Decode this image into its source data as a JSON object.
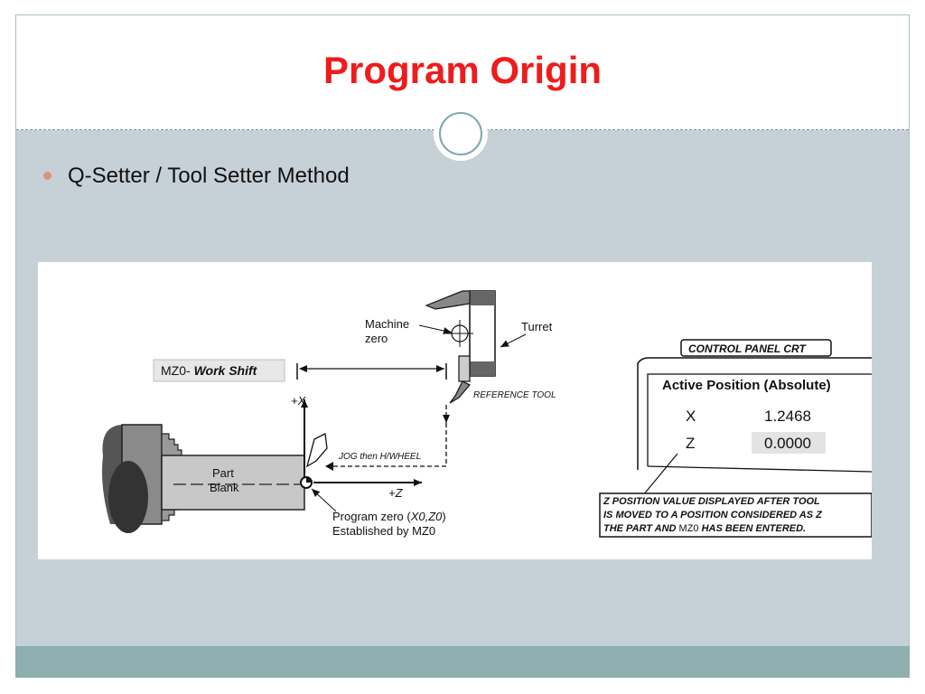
{
  "slide": {
    "title": "Program Origin",
    "bullet": "Q-Setter / Tool Setter Method",
    "colors": {
      "title": "#ee1c1c",
      "background": "#c5d1d6",
      "footer": "#8eaeb0",
      "bullet": "#e3907f"
    }
  },
  "diagram": {
    "machine_zero_line1": "Machine",
    "machine_zero_line2": "zero",
    "turret": "Turret",
    "mz0_prefix": "MZ0-",
    "mz0_suffix": "Work Shift",
    "reference_tool": "REFERENCE TOOL",
    "plus_x": "+X",
    "plus_z": "+Z",
    "jog": "JOG then H/WHEEL",
    "part_line1": "Part",
    "part_line2": "Blank",
    "program_zero_line1": "Program  zero (",
    "program_zero_coords": "X0,Z0",
    "program_zero_close": ")",
    "program_zero_line2": "Established by MZ0",
    "crt_label": "CONTROL PANEL CRT",
    "active_position": "Active Position (Absolute)",
    "x_axis": "X",
    "x_value": "1.2468",
    "z_axis": "Z",
    "z_value": "0.0000",
    "note_line1": "Z POSITION VALUE  DISPLAYED AFTER TOOL",
    "note_line2": "IS MOVED  TO A POSITION  CONSIDERED  AS Z",
    "note_line3_a": "THE PART AND ",
    "note_line3_b": "MZ0",
    "note_line3_c": " HAS BEEN ENTERED."
  }
}
